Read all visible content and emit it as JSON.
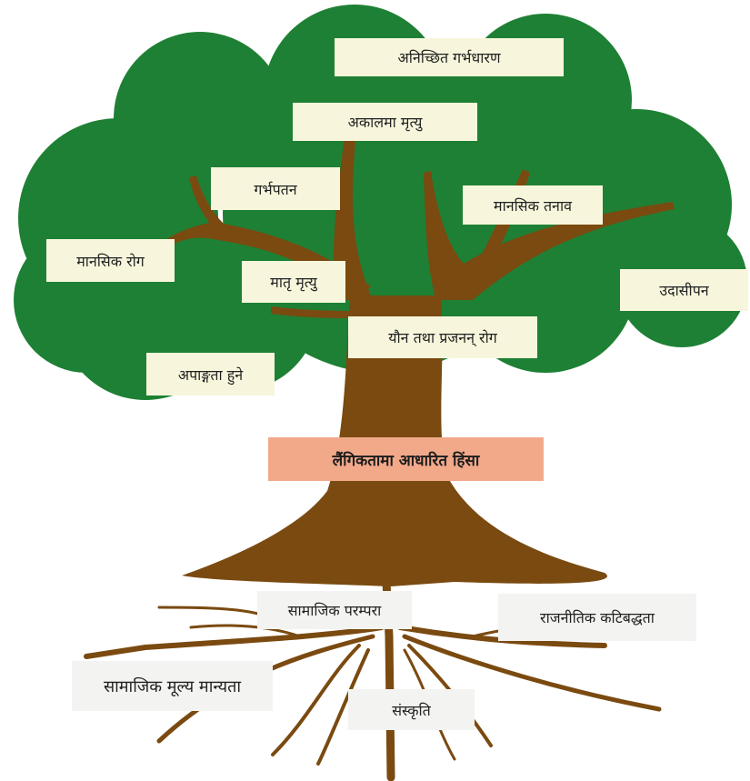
{
  "colors": {
    "canopy": "#1e8034",
    "trunk": "#7a4a10",
    "consequence_box": "#f7f6dc",
    "cause_box": "#f3f3f1",
    "core_box": "#f2a98a"
  },
  "core": {
    "label": "लैंगिकतामा आधारित हिंसा"
  },
  "consequences": {
    "unwanted_pregnancy": "अनिच्छित गर्भधारण",
    "premature_death": "अकालमा मृत्यु",
    "abortion": "गर्भपतन",
    "mental_stress": "मानसिक तनाव",
    "mental_illness": "मानसिक रोग",
    "maternal_death": "मातृ मृत्यु",
    "depression": "उदासीपन",
    "sexual_reproductive_disease": "यौन तथा प्रजनन् रोग",
    "disability": "अपाङ्गता हुने"
  },
  "causes": {
    "social_tradition": "सामाजिक परम्परा",
    "political_commitment": "राजनीतिक कटिबद्धता",
    "social_values": "सामाजिक मूल्य मान्यता",
    "culture": "संस्कृति"
  }
}
